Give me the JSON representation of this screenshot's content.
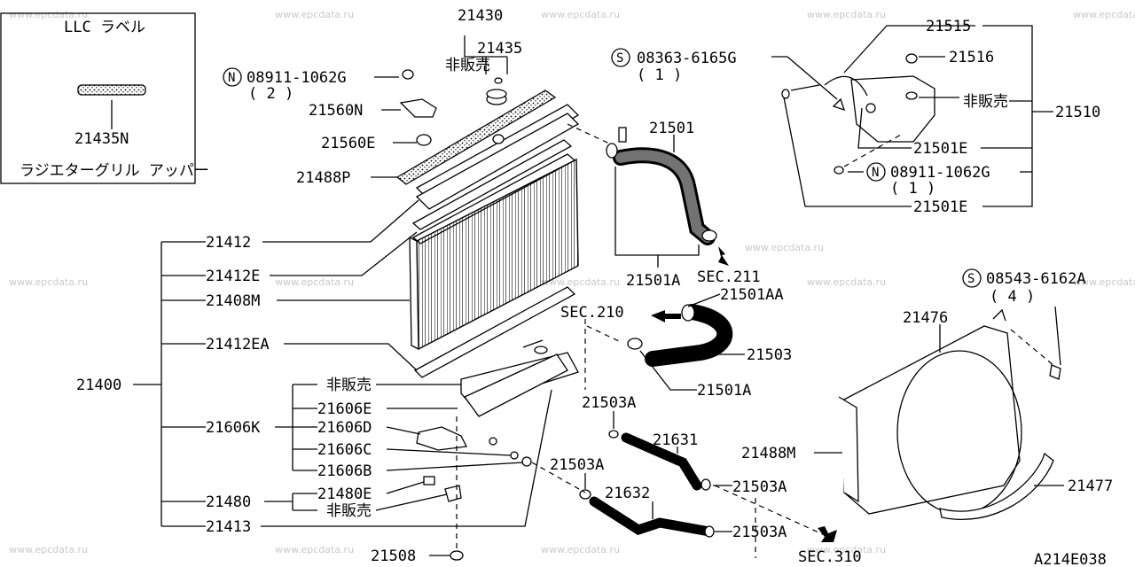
{
  "watermark": "www.epcdata.ru",
  "diagram_code": "A214E038",
  "inset": {
    "title": "LLC ラベル",
    "part": "21435N",
    "caption": "ラジエターグリル アッパー"
  },
  "labels": {
    "p21430": "21430",
    "p21435": "21435",
    "hihanbai_top": "非販売",
    "n08911_a": "08911-1062G",
    "n08911_a_qty": "( 2 )",
    "p21560n": "21560N",
    "p21560e": "21560E",
    "p21488p": "21488P",
    "p21412": "21412",
    "p21412e": "21412E",
    "p21408m": "21408M",
    "p21412ea": "21412EA",
    "p21400": "21400",
    "hihanbai_mid": "非販売",
    "p21606e": "21606E",
    "p21606d": "21606D",
    "p21606k": "21606K",
    "p21606c": "21606C",
    "p21606b": "21606B",
    "p21480e": "21480E",
    "p21480": "21480",
    "hihanbai_low": "非販売",
    "p21413": "21413",
    "p21508": "21508",
    "s08363": "08363-6165G",
    "s08363_qty": "( 1 )",
    "p21501": "21501",
    "p21501a_top": "21501A",
    "sec211": "SEC.211",
    "p21501aa": "21501AA",
    "sec210": "SEC.210",
    "p21503": "21503",
    "p21501a_low": "21501A",
    "p21503a_1": "21503A",
    "p21631": "21631",
    "p21503a_2": "21503A",
    "p21632": "21632",
    "p21503a_3": "21503A",
    "p21503a_4": "21503A",
    "sec310": "SEC.310",
    "p21515": "21515",
    "p21516": "21516",
    "hihanbai_right": "非販売",
    "p21510": "21510",
    "p21501e_1": "21501E",
    "n08911_b": "08911-1062G",
    "n08911_b_qty": "( 1 )",
    "p21501e_2": "21501E",
    "s08543": "08543-6162A",
    "s08543_qty": "( 4 )",
    "p21476": "21476",
    "p21488m": "21488M",
    "p21477": "21477"
  },
  "prefix_symbols": {
    "n": "N",
    "s": "S"
  }
}
